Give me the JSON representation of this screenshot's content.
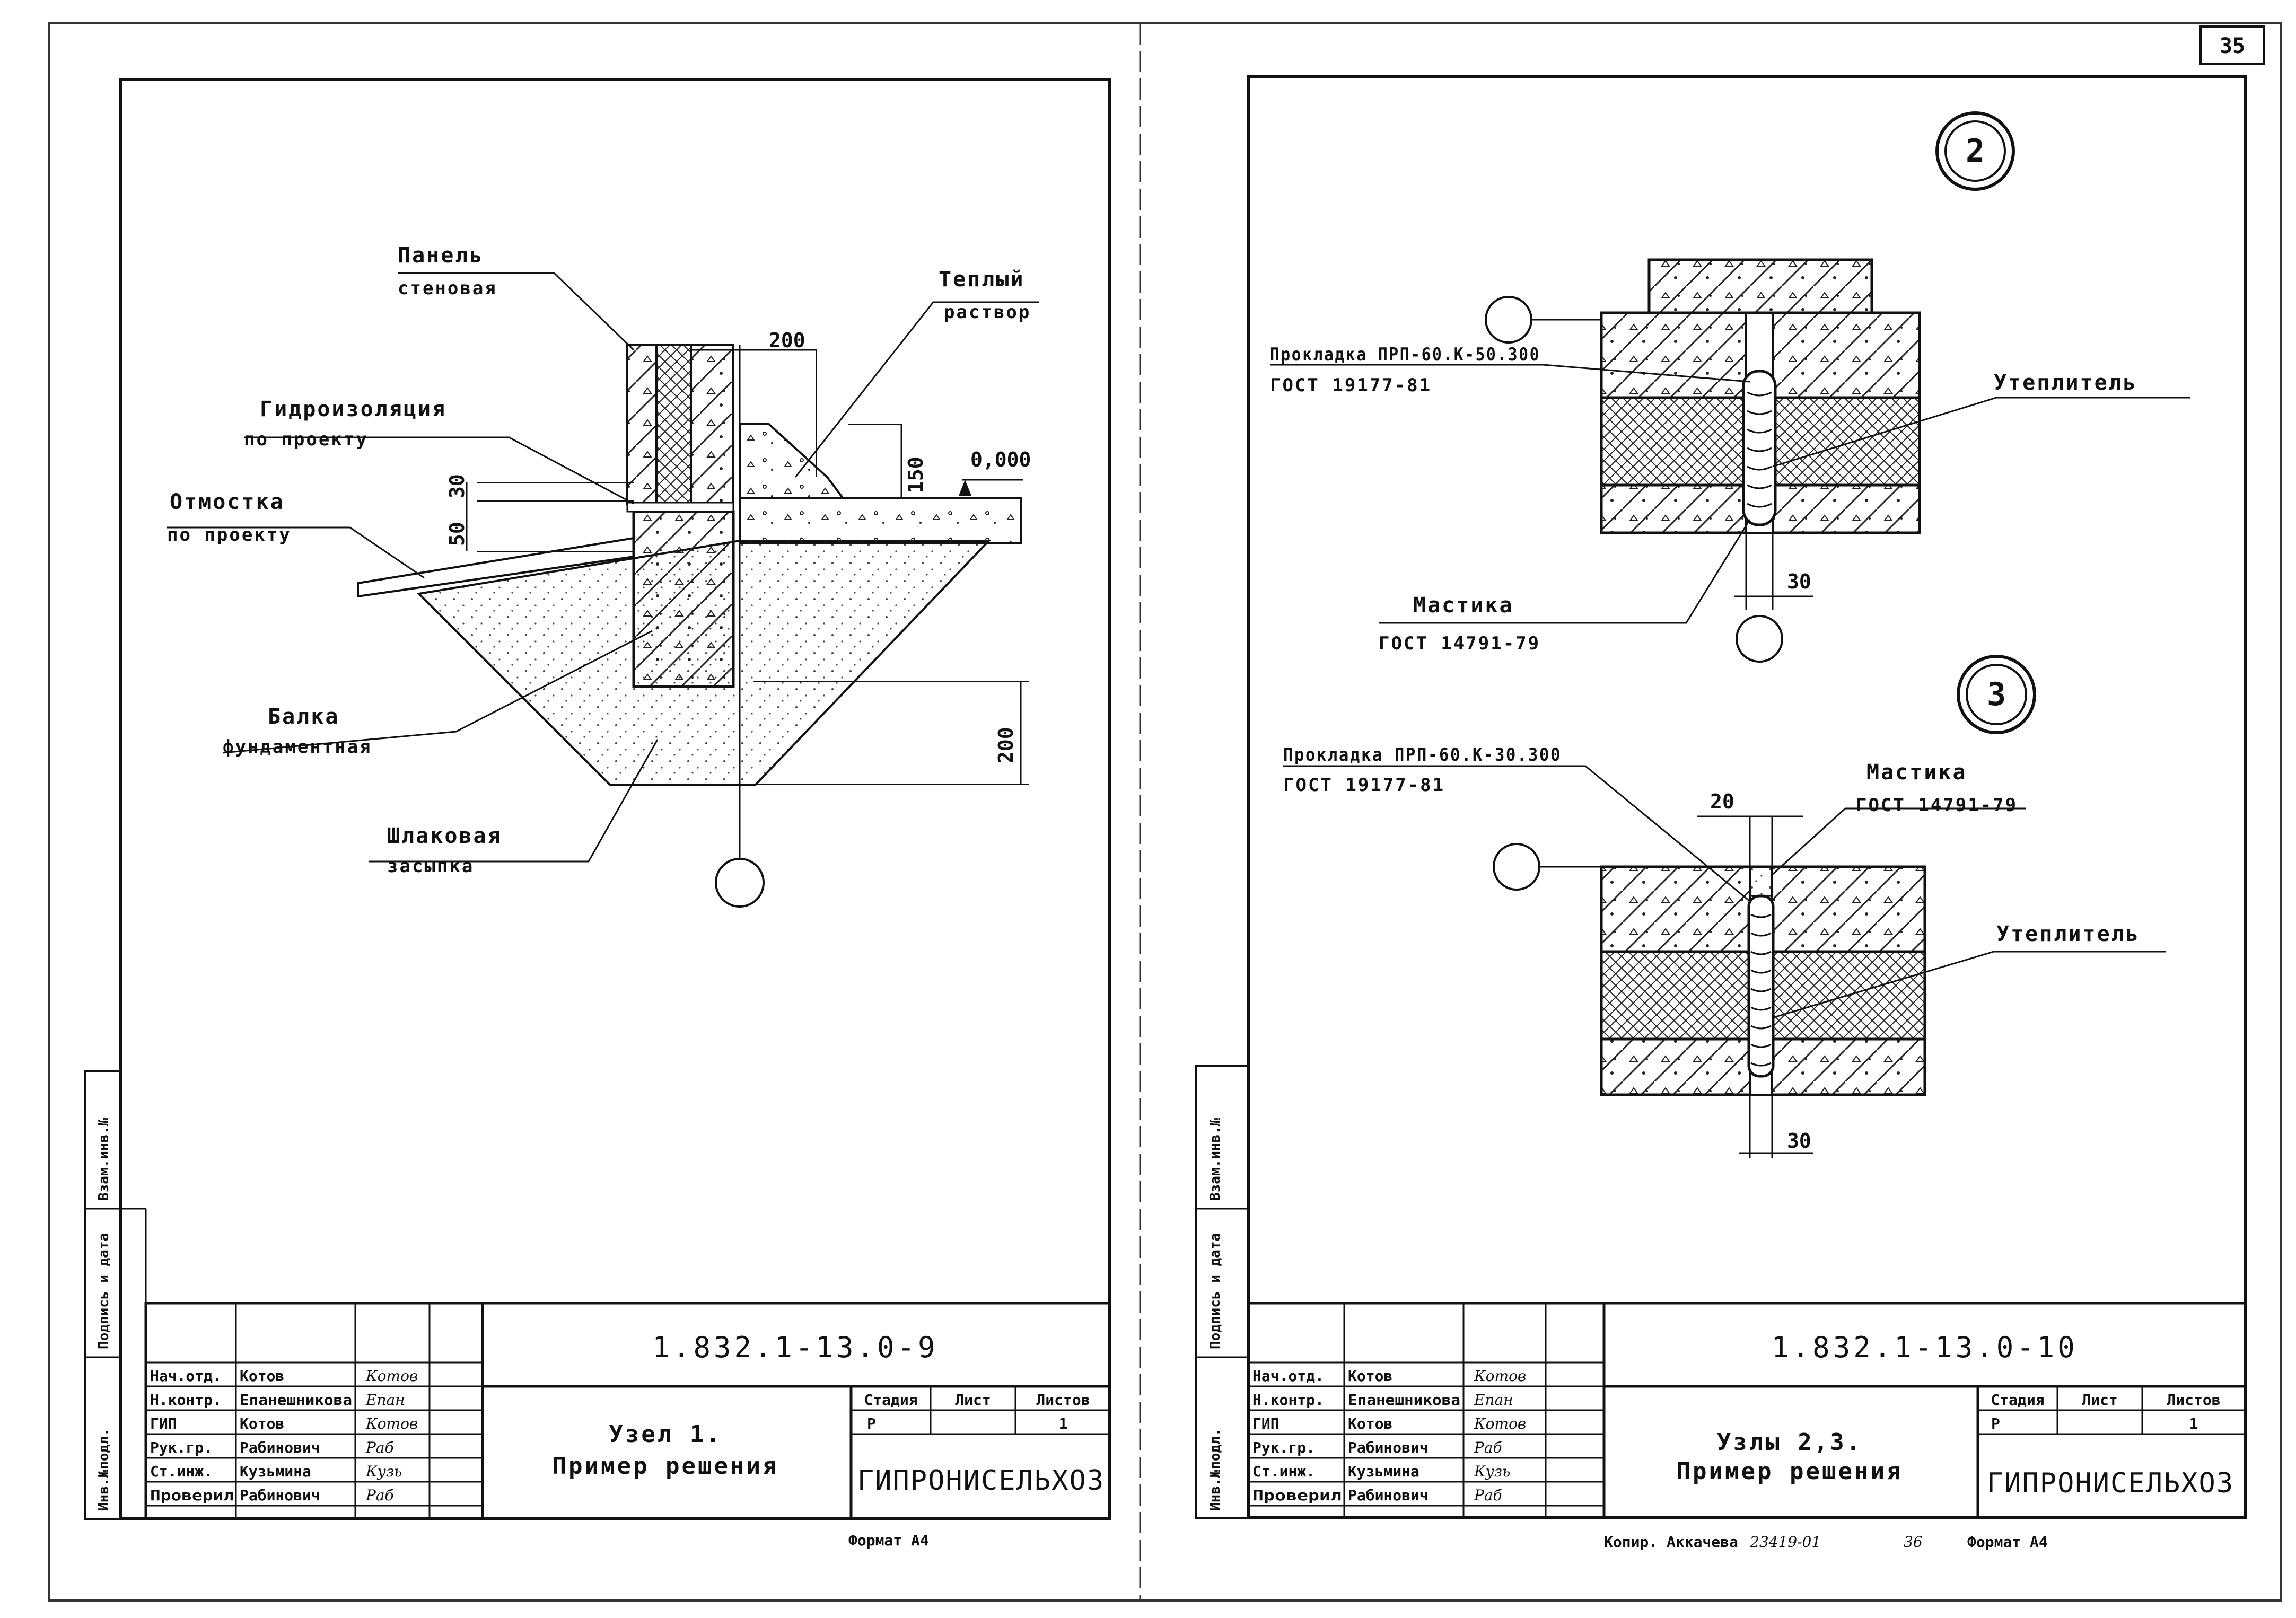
{
  "page_number": "35",
  "left_sheet": {
    "labels": {
      "panel_1": "Панель",
      "panel_2": "стеновая",
      "warm_1": "Теплый",
      "warm_2": "раствор",
      "hydro_1": "Гидроизоляция",
      "hydro_2": "по проекту",
      "otm_1": "Отмостка",
      "otm_2": "по проекту",
      "beam_1": "Балка",
      "beam_2": "фундаментная",
      "slag_1": "Шлаковая",
      "slag_2": "засыпка",
      "level": "0,000"
    },
    "dims": {
      "d200_top": "200",
      "d150": "150",
      "d30": "30",
      "d50": "50",
      "d200_side": "200"
    },
    "title_block": {
      "code": "1.832.1-13.0-9",
      "title_1": "Узел 1.",
      "title_2": "Пример решения",
      "stage_h": "Стадия",
      "sheet_h": "Лист",
      "sheets_h": "Листов",
      "stage": "Р",
      "sheet": "",
      "sheets": "1",
      "org": "ГИПРОНИСЕЛЬХОЗ",
      "roles": [
        {
          "role": "Нач.отд.",
          "name": "Котов",
          "sign": "Котов"
        },
        {
          "role": "Н.контр.",
          "name": "Епанешникова",
          "sign": "Епан"
        },
        {
          "role": "ГИП",
          "name": "Котов",
          "sign": "Котов"
        },
        {
          "role": "Рук.гр.",
          "name": "Рабинович",
          "sign": "Раб"
        },
        {
          "role": "Ст.инж.",
          "name": "Кузьмина",
          "sign": "Кузь"
        },
        {
          "role": "Проверил",
          "name": "Рабинович",
          "sign": "Раб"
        }
      ],
      "format": "Формат А4"
    },
    "side_stamps": [
      "Инв.№подл.",
      "Подпись и дата",
      "Взам.инв.№"
    ]
  },
  "right_sheet": {
    "node2": {
      "num": "2",
      "gasket_1": "Прокладка ПРП-60.К-50.300",
      "gasket_2": "ГОСТ 19177-81",
      "insul": "Утеплитель",
      "mastic_1": "Мастика",
      "mastic_2": "ГОСТ 14791-79",
      "dim30": "30"
    },
    "node3": {
      "num": "3",
      "gasket_1": "Прокладка ПРП-60.К-30.300",
      "gasket_2": "ГОСТ 19177-81",
      "mastic_1": "Мастика",
      "mastic_2": "ГОСТ 14791-79",
      "insul": "Утеплитель",
      "dim20": "20",
      "dim30": "30"
    },
    "title_block": {
      "code": "1.832.1-13.0-10",
      "title_1": "Узлы 2,3.",
      "title_2": "Пример решения",
      "stage_h": "Стадия",
      "sheet_h": "Лист",
      "sheets_h": "Листов",
      "stage": "Р",
      "sheet": "",
      "sheets": "1",
      "org": "ГИПРОНИСЕЛЬХОЗ",
      "roles": [
        {
          "role": "Нач.отд.",
          "name": "Котов",
          "sign": "Котов"
        },
        {
          "role": "Н.контр.",
          "name": "Епанешникова",
          "sign": "Епан"
        },
        {
          "role": "ГИП",
          "name": "Котов",
          "sign": "Котов"
        },
        {
          "role": "Рук.гр.",
          "name": "Рабинович",
          "sign": "Раб"
        },
        {
          "role": "Ст.инж.",
          "name": "Кузьмина",
          "sign": "Кузь"
        },
        {
          "role": "Проверил",
          "name": "Рабинович",
          "sign": "Раб"
        }
      ],
      "copy": "Копир. Аккачева",
      "copy_num": "23419-01",
      "copy_page": "36",
      "format": "Формат А4"
    },
    "side_stamps": [
      "Инв.№подл.",
      "Подпись и дата",
      "Взам.инв.№"
    ]
  }
}
